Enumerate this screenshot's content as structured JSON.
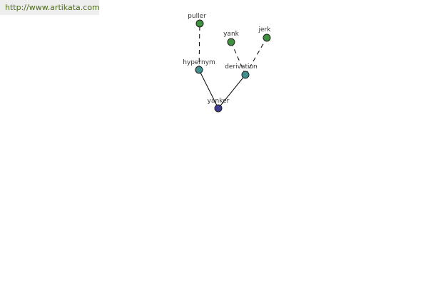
{
  "banner": {
    "url_text": "http://www.artikata.com"
  },
  "colors": {
    "root": "#3d3d8f",
    "relation": "#3f8f8f",
    "leaf": "#3f8f3f"
  },
  "graph": {
    "nodes": [
      {
        "id": "yanker",
        "label": "yanker",
        "kind": "root"
      },
      {
        "id": "hypernym",
        "label": "hypernym",
        "kind": "relation"
      },
      {
        "id": "derivation",
        "label": "derivation",
        "kind": "relation"
      },
      {
        "id": "puller",
        "label": "puller",
        "kind": "leaf"
      },
      {
        "id": "yank",
        "label": "yank",
        "kind": "leaf"
      },
      {
        "id": "jerk",
        "label": "jerk",
        "kind": "leaf"
      }
    ],
    "edges": [
      {
        "from": "yanker",
        "to": "hypernym",
        "style": "solid"
      },
      {
        "from": "yanker",
        "to": "derivation",
        "style": "solid"
      },
      {
        "from": "hypernym",
        "to": "puller",
        "style": "dashed"
      },
      {
        "from": "derivation",
        "to": "yank",
        "style": "dashed"
      },
      {
        "from": "derivation",
        "to": "jerk",
        "style": "dashed"
      }
    ]
  }
}
